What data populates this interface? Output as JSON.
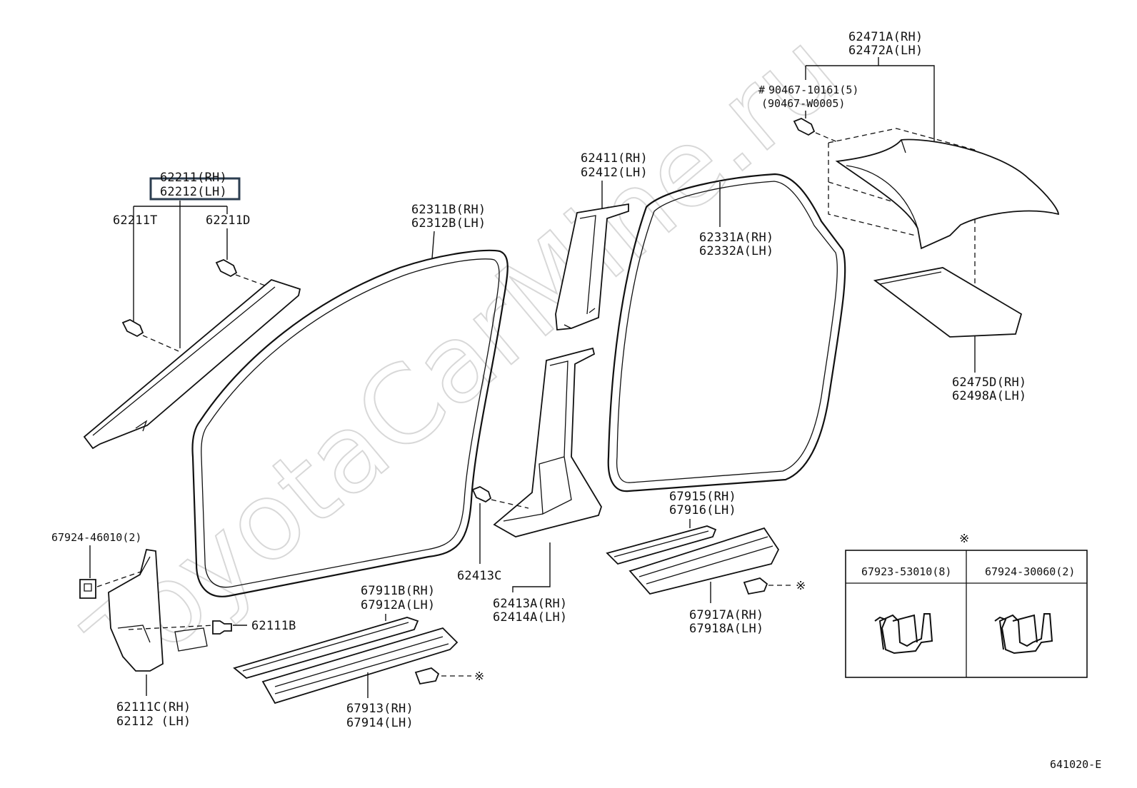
{
  "watermark": "ToyotaCarMine.ru",
  "diagram_code": "641020-E",
  "labels": {
    "roof_trim_rh": "62471A(RH)",
    "roof_trim_lh": "62472A(LH)",
    "clip_90467_a": "90467-10161(5)",
    "clip_90467_b": "(90467-W0005)",
    "clip_hash": "#",
    "a_pillar_rh": "62211(RH)",
    "a_pillar_lh": "62212(LH)",
    "clip_62211t": "62211T",
    "clip_62211d": "62211D",
    "weatherstrip_front_rh": "62311B(RH)",
    "weatherstrip_front_lh": "62312B(LH)",
    "b_upper_rh": "62411(RH)",
    "b_upper_lh": "62412(LH)",
    "weatherstrip_rear_rh": "62331A(RH)",
    "weatherstrip_rear_lh": "62332A(LH)",
    "quarter_trim_rh": "62475D(RH)",
    "quarter_trim_lh": "62498A(LH)",
    "clip_67924_46010": "67924-46010(2)",
    "clip_62413c": "62413C",
    "b_lower_rh": "62413A(RH)",
    "b_lower_lh": "62414A(LH)",
    "rear_scuff_rh": "67915(RH)",
    "rear_scuff_lh": "67916(LH)",
    "rear_step_rh": "67917A(RH)",
    "rear_step_lh": "67918A(LH)",
    "front_scuff_rh": "67911B(RH)",
    "front_scuff_lh": "67912A(LH)",
    "front_step_rh": "67913(RH)",
    "front_step_lh": "67914(LH)",
    "clip_62111b": "62111B",
    "kick_panel_rh": "62111C(RH)",
    "kick_panel_lh": "62112 (LH)",
    "ref_mark": "※"
  },
  "clip_table": {
    "header_mark": "※",
    "columns": [
      "67923-53010(8)",
      "67924-30060(2)"
    ]
  },
  "highlight": {
    "color": "#2c3e50",
    "target": "62212(LH)"
  }
}
